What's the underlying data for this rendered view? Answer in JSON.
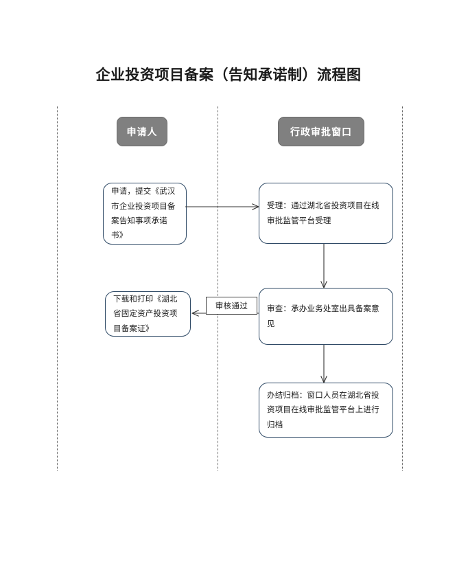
{
  "diagram": {
    "title": "企业投资项目备案（告知承诺制）流程图",
    "type": "swimlane-flowchart",
    "lanes": [
      {
        "id": "applicant",
        "label": "申请人"
      },
      {
        "id": "approval-window",
        "label": "行政审批窗口"
      }
    ],
    "nodes": [
      {
        "id": "apply",
        "lane": "applicant",
        "shape": "rounded-rect",
        "text": "申请，提交《武汉市企业投资项目备案告知事项承诺书》"
      },
      {
        "id": "accept",
        "lane": "approval-window",
        "shape": "rounded-rect",
        "text": "受理：通过湖北省投资项目在线审批监管平台受理"
      },
      {
        "id": "review",
        "lane": "approval-window",
        "shape": "rounded-rect",
        "text": "审查：承办业务处室出具备案意见"
      },
      {
        "id": "download",
        "lane": "applicant",
        "shape": "rounded-rect",
        "text": "下载和打印《湖北省固定资产投资项目备案证》"
      },
      {
        "id": "archive",
        "lane": "approval-window",
        "shape": "rounded-rect",
        "text": "办结归档：窗口人员在湖北省投资项目在线审批监管平台上进行归档"
      }
    ],
    "edges": [
      {
        "id": "apply-to-accept",
        "from": "apply",
        "to": "accept",
        "direction": "right",
        "label": ""
      },
      {
        "id": "accept-to-review",
        "from": "accept",
        "to": "review",
        "direction": "down",
        "label": ""
      },
      {
        "id": "review-to-download",
        "from": "review",
        "to": "download",
        "direction": "left",
        "label": "审核通过"
      },
      {
        "id": "review-to-archive",
        "from": "review",
        "to": "archive",
        "direction": "down",
        "label": ""
      }
    ],
    "colors": {
      "lane_header_fill": "#808080",
      "lane_header_text": "#ffffff",
      "node_border": "#2f4a66",
      "node_fill": "#ffffff",
      "connector": "#333333",
      "divider": "#5a5a5a",
      "title_text": "#1a1a1a",
      "background": "#ffffff"
    }
  }
}
